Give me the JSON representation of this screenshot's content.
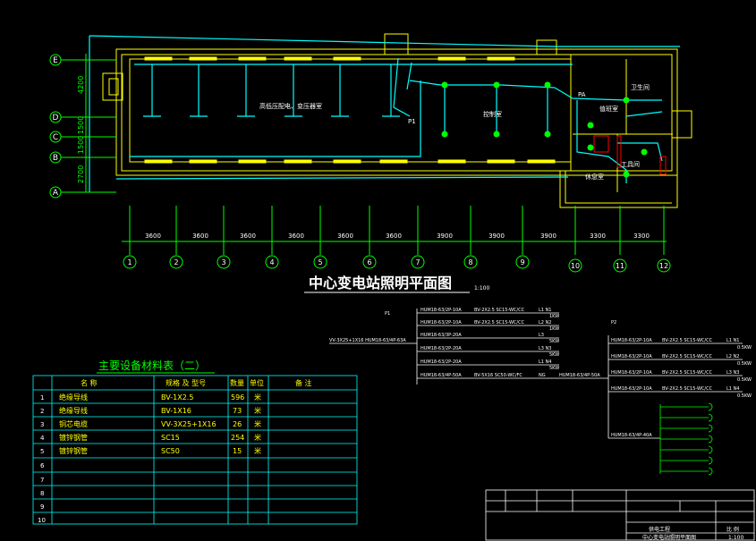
{
  "title": "中心变电站照明平面图",
  "scale": "1:100",
  "axis_letters": [
    "E",
    "D",
    "C",
    "B",
    "A"
  ],
  "vertical_dims": [
    "4200",
    "1500",
    "1500",
    "2700"
  ],
  "axis_numbers": [
    "1",
    "2",
    "3",
    "4",
    "5",
    "6",
    "7",
    "8",
    "9",
    "10",
    "11",
    "12"
  ],
  "horizontal_dims": [
    "3600",
    "3600",
    "3600",
    "3600",
    "3600",
    "3600",
    "3900",
    "3900",
    "3900",
    "3300",
    "3300"
  ],
  "rooms": {
    "main_hall": "高低压配电、变压器室",
    "control": "控制室",
    "pf_label": "P1",
    "room_a": "值班室",
    "room_b": "卫生间",
    "room_c": "工具间",
    "room_d": "休息室",
    "pa_label": "PA"
  },
  "table": {
    "title": "主要设备材料表（二）",
    "headers": [
      "",
      "名    称",
      "规格 及 型号",
      "数量",
      "单位",
      "备    注"
    ],
    "rows": [
      [
        "1",
        "绝缘导线",
        "BV-1X2.5",
        "596",
        "米",
        ""
      ],
      [
        "2",
        "绝缘导线",
        "BV-1X16",
        "73",
        "米",
        ""
      ],
      [
        "3",
        "铜芯电缆",
        "VV-3X25+1X16",
        "26",
        "米",
        ""
      ],
      [
        "4",
        "镀锌钢管",
        "SC15",
        "254",
        "米",
        ""
      ],
      [
        "5",
        "镀锌钢管",
        "SC50",
        "15",
        "米",
        ""
      ],
      [
        "6",
        "",
        "",
        "",
        "",
        ""
      ],
      [
        "7",
        "",
        "",
        "",
        "",
        ""
      ],
      [
        "8",
        "",
        "",
        "",
        "",
        ""
      ],
      [
        "9",
        "",
        "",
        "",
        "",
        ""
      ],
      [
        "10",
        "",
        "",
        "",
        "",
        ""
      ]
    ]
  },
  "panel1": {
    "name": "P1",
    "feeder": "VV-3X25+1X16 HUM18-63/4P-63A",
    "circuits": [
      {
        "breaker": "HUM18-63/2P-10A",
        "cable": "BV-2X2.5  SC15-WC/CC",
        "id": "L1 N1",
        "load": "1KW"
      },
      {
        "breaker": "HUM18-63/2P-10A",
        "cable": "BV-2X2.5  SC15-WC/CC",
        "id": "L2 N2",
        "load": "1KW"
      },
      {
        "breaker": "HUM18-63/3P-20A",
        "cable": "",
        "id": "L3",
        "load": "5KW"
      },
      {
        "breaker": "HUM18-63/2P-20A",
        "cable": "",
        "id": "L3 N3",
        "load": "5KW"
      },
      {
        "breaker": "HUM18-63/2P-20A",
        "cable": "",
        "id": "L1 N4",
        "load": "5KW"
      },
      {
        "breaker": "HUM18-63/4P-50A",
        "cable": "BV-5X16  SC50-WC/FC",
        "id": "NG",
        "load": ""
      }
    ],
    "outgoing": "HUM18-63/4P-50A"
  },
  "panel2": {
    "name": "P2",
    "circuits": [
      {
        "breaker": "HUM18-63/2P-10A",
        "cable": "BV-2X2.5  SC15-WC/CC",
        "id": "L1 N1",
        "load": "0.5KW"
      },
      {
        "breaker": "HUM18-63/2P-10A",
        "cable": "BV-2X2.5  SC15-WC/CC",
        "id": "L2 N2",
        "load": "0.5KW"
      },
      {
        "breaker": "HUM18-63/2P-10A",
        "cable": "BV-2X2.5  SC15-WC/CC",
        "id": "L3 N3",
        "load": "0.5KW"
      },
      {
        "breaker": "HUM18-63/2P-10A",
        "cable": "BV-2X2.5  SC15-WC/CC",
        "id": "L1 N4",
        "load": "0.5KW"
      }
    ],
    "incoming": "HUM18-63/4P-40A"
  },
  "title_block": {
    "row1": [
      "",
      "",
      "",
      "",
      "",
      "",
      ""
    ],
    "project": "供电工程",
    "drawing": "中心变电站照明平面图",
    "scale_label": "比 例",
    "scale_value": "1:100"
  },
  "colors": {
    "background": "#000000",
    "wiring": "#00ffff",
    "walls": "#ffff00",
    "dims": "#00ff00",
    "text": "#ffffff",
    "title": "#ffffff",
    "table_title": "#00ff00",
    "table_text": "#ffff00",
    "fixtures": "#00ff00",
    "red": "#ff0000",
    "magenta": "#ff00ff"
  }
}
